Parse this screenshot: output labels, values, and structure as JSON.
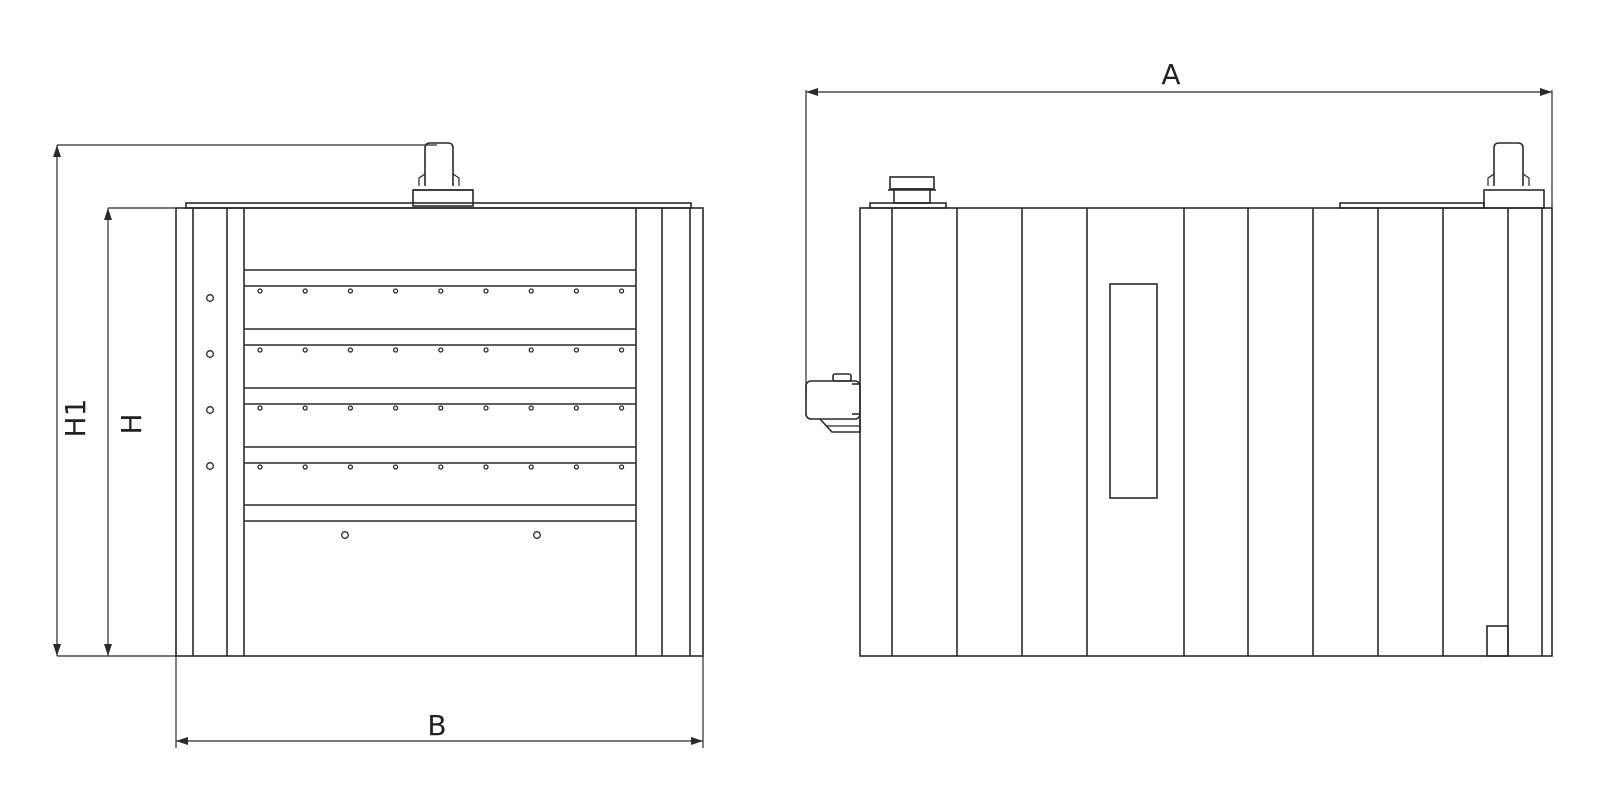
{
  "dimensions": {
    "A": "A",
    "B": "B",
    "H": "H",
    "H1": "H1"
  },
  "colors": {
    "line": "#2a2a2a",
    "background": "#ffffff"
  }
}
